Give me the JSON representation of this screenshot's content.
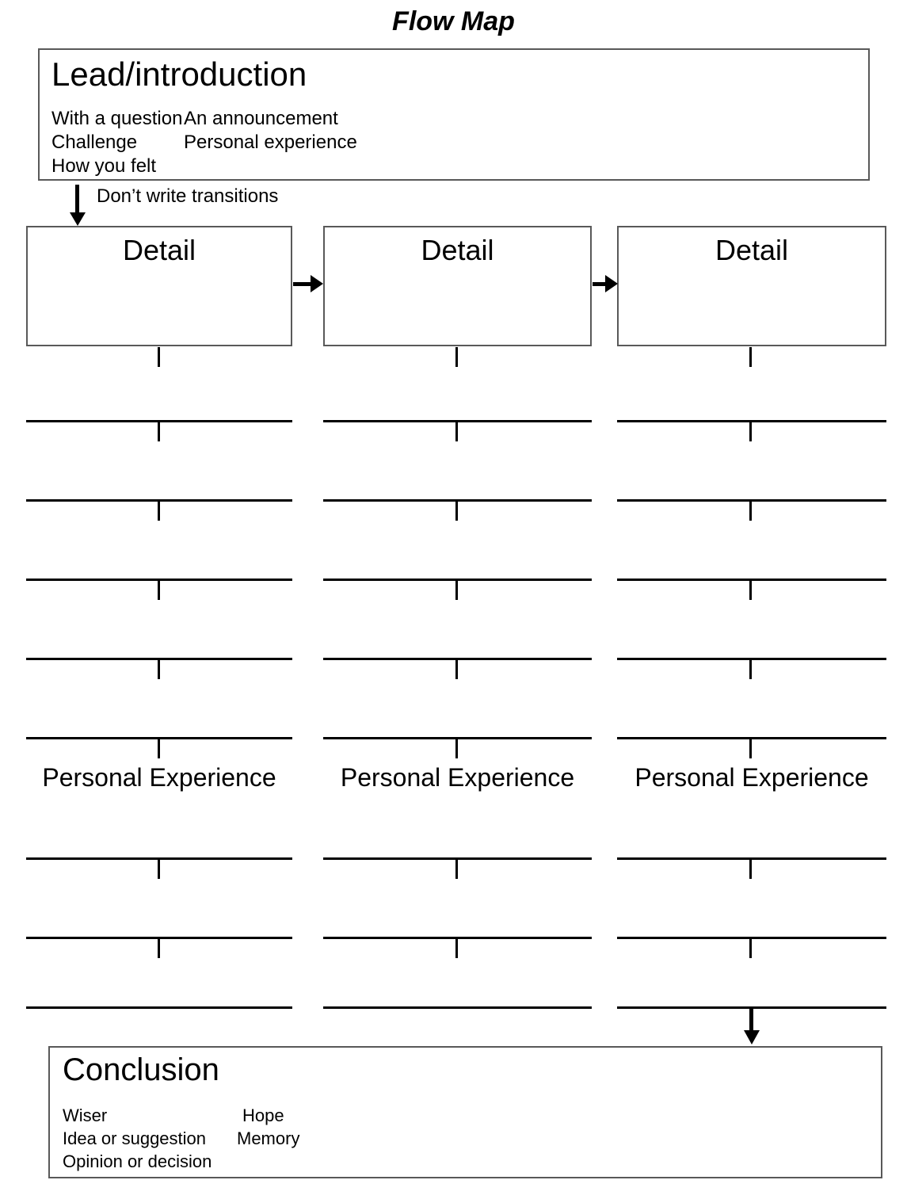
{
  "title": "Flow Map",
  "lead": {
    "heading": "Lead/introduction",
    "col1": [
      "With a question",
      "Challenge",
      "How you felt"
    ],
    "col2": [
      "An announcement",
      "Personal experience"
    ]
  },
  "transition_note": "Don’t write transitions",
  "columns": [
    {
      "box_label": "Detail",
      "experience_label": "Personal Experience"
    },
    {
      "box_label": "Detail",
      "experience_label": "Personal Experience"
    },
    {
      "box_label": "Detail",
      "experience_label": "Personal Experience"
    }
  ],
  "conclusion": {
    "heading": "Conclusion",
    "col1": [
      "Wiser",
      "Idea or suggestion",
      "Opinion or decision"
    ],
    "col2": [
      "Hope",
      "Memory"
    ]
  },
  "colors": {
    "box_border": "#595959",
    "line_color": "#000000",
    "text_color": "#000000"
  }
}
